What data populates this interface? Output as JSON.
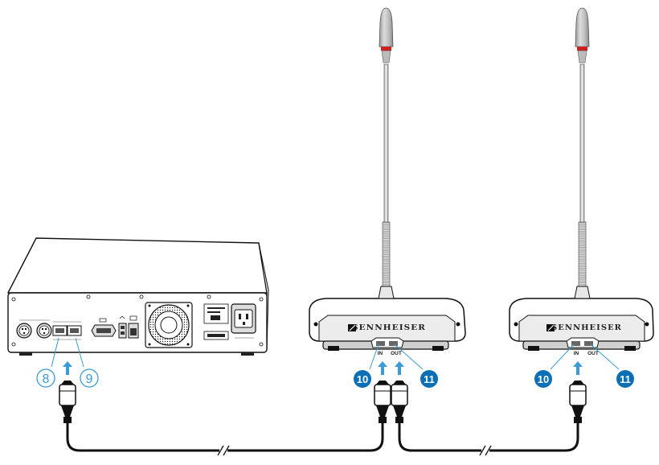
{
  "diagram": {
    "callouts": {
      "c8": "8",
      "c9": "9",
      "c10a": "10",
      "c11a": "11",
      "c10b": "10",
      "c11b": "11"
    },
    "unit_a": {
      "brand": "SENNHEISER",
      "port_in": "IN",
      "port_out": "OUT"
    },
    "unit_b": {
      "brand": "SENNHEISER",
      "port_in": "IN",
      "port_out": "OUT"
    },
    "colors": {
      "callout_blue": "#3a9cd6",
      "callout_dark_blue": "#0b6fb5",
      "mic_tip_red": "#d02020",
      "line": "#111111"
    }
  }
}
